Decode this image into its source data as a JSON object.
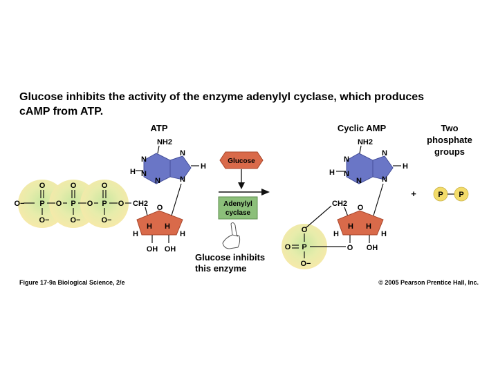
{
  "title": {
    "line1": "Glucose inhibits the activity of the enzyme adenylyl cyclase, which produces",
    "line2": "cAMP from ATP."
  },
  "labels": {
    "atp": "ATP",
    "cyclic_amp": "Cyclic AMP",
    "two_phosphate_line1": "Two",
    "two_phosphate_line2": "phosphate",
    "two_phosphate_line3": "groups",
    "glucose": "Glucose",
    "enzyme_line1": "Adenylyl",
    "enzyme_line2": "cyclase",
    "inhibit_line1": "Glucose inhibits",
    "inhibit_line2": "this enzyme",
    "plus": "+",
    "phosphate_p": "P"
  },
  "atoms": {
    "nh2": "NH2",
    "n": "N",
    "h": "H",
    "o": "O",
    "o_minus": "O−",
    "p": "P",
    "ch2": "CH2",
    "oh": "OH"
  },
  "footer": {
    "figure": "Figure 17-9a  Biological Science, 2/e",
    "copyright": "© 2005 Pearson Prentice Hall, Inc."
  },
  "colors": {
    "adenine": "#6a76c6",
    "ribose": "#d96a4a",
    "phosphate": "#f2e7a6",
    "phosphate_inner": "#c9e7a0",
    "glucose": "#d96a4a",
    "enzyme": "#8cbf7a",
    "small_p": "#f3dc6a"
  }
}
